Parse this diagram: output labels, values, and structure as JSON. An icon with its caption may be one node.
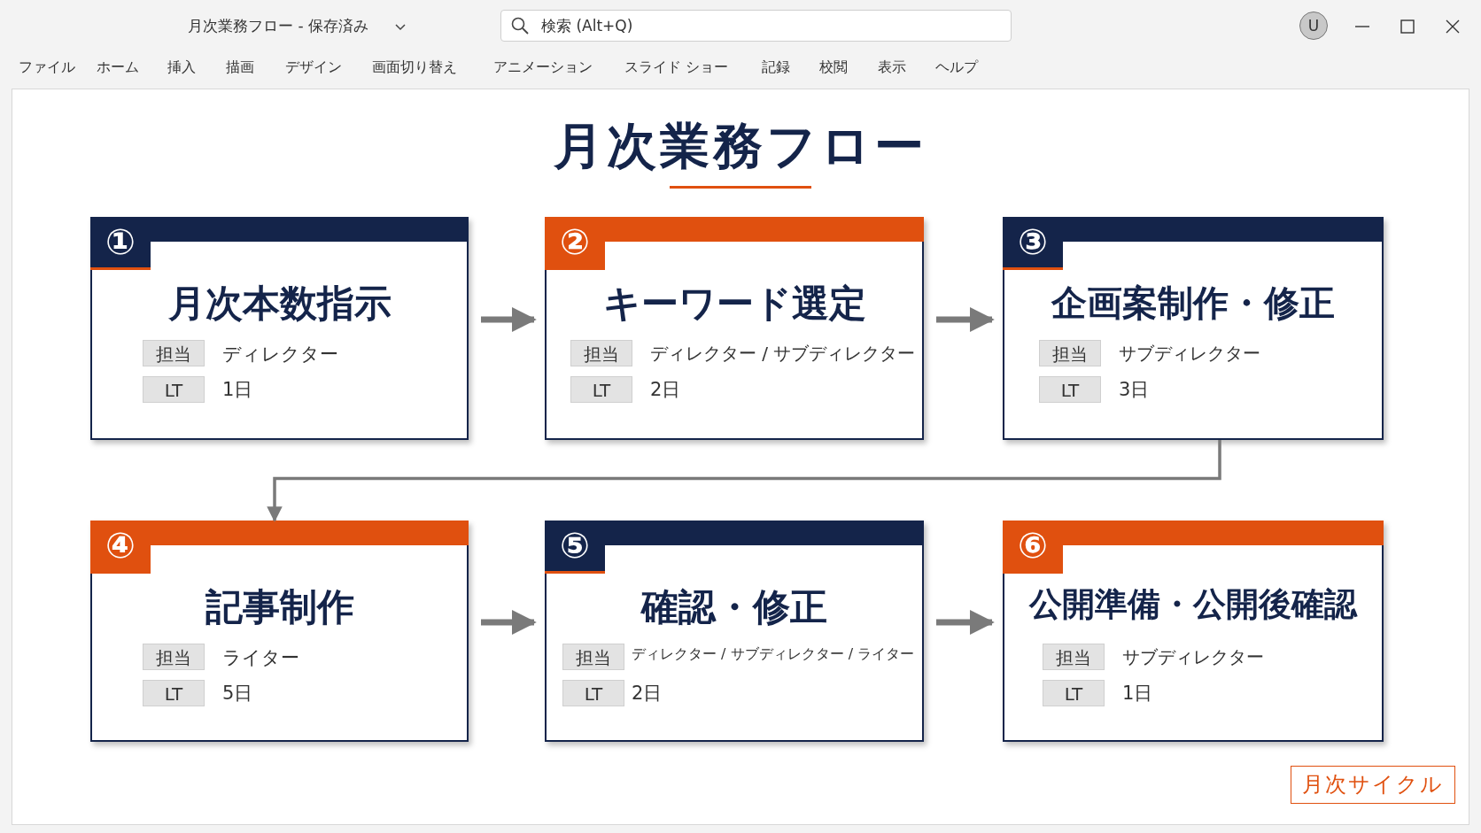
{
  "diagram": {
    "title": "月次業務フロー",
    "nodes": [
      {
        "text": [
          "①",
          "月次本数指示",
          "担当",
          "ディレクター",
          "LT",
          "1日"
        ]
      },
      {
        "text": [
          "②",
          "キーワード選定",
          "担当",
          "ディレクター / サブディレクター",
          "LT",
          "2日"
        ]
      },
      {
        "text": [
          "③",
          "企画案制作・修正",
          "担当",
          "サブディレクター",
          "LT",
          "3日"
        ]
      },
      {
        "text": [
          "④",
          "記事制作",
          "担当",
          "ライター",
          "LT",
          "5日"
        ]
      },
      {
        "text": [
          "⑤",
          "確認・修正",
          "担当",
          "ディレクター / サブディレクター / ライター",
          "LT",
          "2日"
        ]
      },
      {
        "text": [
          "⑥",
          "公開準備・公開後確認",
          "担当",
          "サブディレクター",
          "LT",
          "1日"
        ]
      },
      {
        "text": [
          "月次サイクル"
        ]
      }
    ],
    "edges": [
      {
        "from": 0,
        "to": 1,
        "arrow": "to"
      },
      {
        "from": 1,
        "to": 2,
        "arrow": "to"
      },
      {
        "from": 2,
        "to": 3,
        "arrow": "to"
      },
      {
        "from": 3,
        "to": 4,
        "arrow": "to"
      },
      {
        "from": 4,
        "to": 5,
        "arrow": "to"
      }
    ],
    "labels": [
      "月次業務フロー - 保存済み",
      "検索 (Alt+Q)",
      "U",
      "ファイル",
      "ホーム",
      "挿入",
      "描画",
      "デザイン",
      "画面切り替え",
      "アニメーション",
      "スライド ショー",
      "記録",
      "校閲",
      "表示",
      "ヘルプ"
    ]
  }
}
